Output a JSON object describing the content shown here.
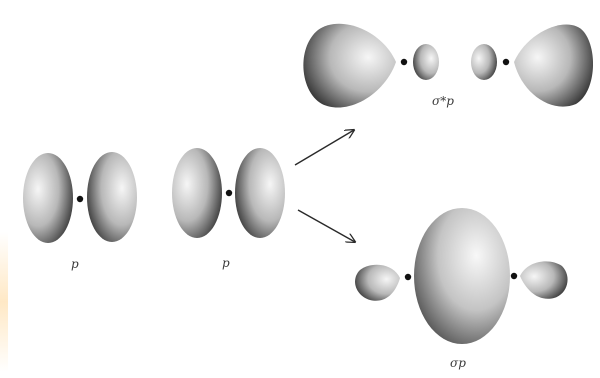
{
  "labels": {
    "p_left": "p",
    "p_right": "p",
    "sigma_star_p": "σ*p",
    "sigma_p": "σp"
  },
  "colors": {
    "lobe_dark": "#3c3c3c",
    "lobe_light": "#f4f4f4",
    "ink": "#2a2a2a",
    "edge_tint": "#ffd796"
  }
}
